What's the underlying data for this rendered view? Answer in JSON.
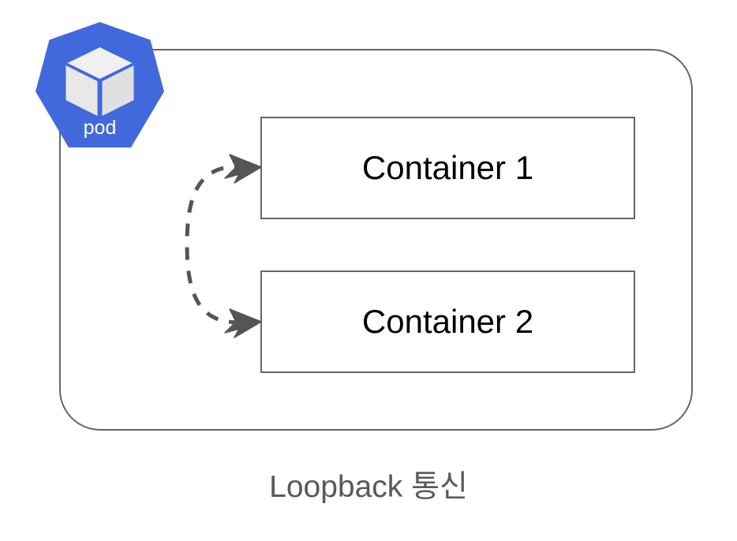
{
  "diagram": {
    "title": "Pod loopback communication diagram",
    "caption": "Loopback 통신",
    "background_color": "#ffffff",
    "stroke_color": "#666666",
    "caption_color": "#595959"
  },
  "pod": {
    "badge_label": "pod",
    "badge_color": "#4169DB",
    "badge_icon": "kubernetes-pod-cube-icon",
    "cube_top_color": "#F0F0F0",
    "cube_left_color": "#E8E8E8",
    "cube_right_color": "#E0E0E0",
    "boundary_shape": "rounded-rectangle",
    "boundary_stroke": "#666666"
  },
  "containers": [
    {
      "id": "container-1",
      "label": "Container 1",
      "border_color": "#666666",
      "fill_color": "#ffffff",
      "text_color": "#000000"
    },
    {
      "id": "container-2",
      "label": "Container 2",
      "border_color": "#666666",
      "fill_color": "#ffffff",
      "text_color": "#000000"
    }
  ],
  "connector": {
    "name": "loopback-arc",
    "style": "dashed",
    "color": "#555555",
    "arrowheads": "both-ends-open",
    "from": "Container 1",
    "to": "Container 2",
    "description": "Dashed arc bulging left connecting Container 1 and Container 2 with arrowheads pointing into each container"
  }
}
